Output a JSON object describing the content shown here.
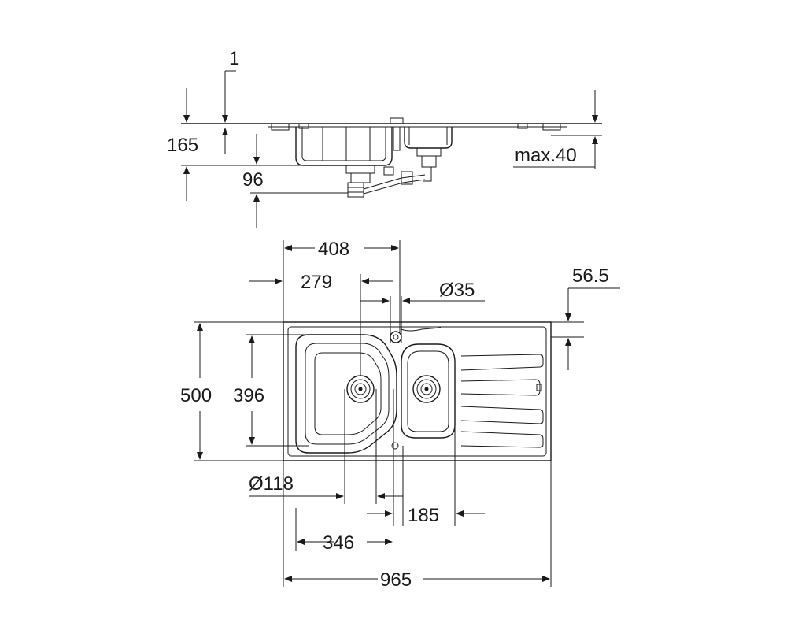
{
  "side_view": {
    "labels": {
      "top_one": "1",
      "depth_165": "165",
      "depth_96": "96",
      "max_40": "max.40"
    }
  },
  "top_view": {
    "labels": {
      "w408": "408",
      "w279": "279",
      "d35": "Ø35",
      "m56": "56.5",
      "h500": "500",
      "h396": "396",
      "d118": "Ø118",
      "w185": "185",
      "w346": "346",
      "w965": "965"
    }
  }
}
